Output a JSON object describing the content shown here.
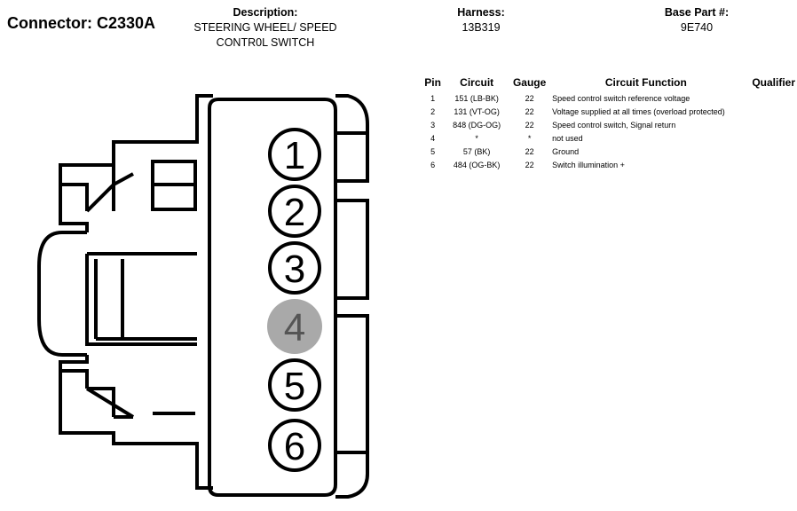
{
  "header": {
    "connector": "Connector: C2330A",
    "description_label": "Description:",
    "description_value": "STEERING WHEEL/ SPEED\nCONTR0L SWITCH",
    "harness_label": "Harness:",
    "harness_value": "13B319",
    "base_part_label": "Base Part #:",
    "base_part_value": "9E740"
  },
  "table": {
    "columns": [
      "Pin",
      "Circuit",
      "Gauge",
      "Circuit Function",
      "Qualifier"
    ],
    "rows": [
      {
        "pin": "1",
        "circuit": "151 (LB-BK)",
        "gauge": "22",
        "function": "Speed control switch reference voltage",
        "qualifier": ""
      },
      {
        "pin": "2",
        "circuit": "131 (VT-OG)",
        "gauge": "22",
        "function": "Voltage supplied at all times (overload protected)",
        "qualifier": ""
      },
      {
        "pin": "3",
        "circuit": "848 (DG-OG)",
        "gauge": "22",
        "function": "Speed control switch, Signal return",
        "qualifier": ""
      },
      {
        "pin": "4",
        "circuit": "*",
        "gauge": "*",
        "function": "not used",
        "qualifier": ""
      },
      {
        "pin": "5",
        "circuit": "57 (BK)",
        "gauge": "22",
        "function": "Ground",
        "qualifier": ""
      },
      {
        "pin": "6",
        "circuit": "484 (OG-BK)",
        "gauge": "22",
        "function": "Switch illumination +",
        "qualifier": ""
      }
    ]
  },
  "diagram": {
    "pins": [
      {
        "label": "1",
        "used": true
      },
      {
        "label": "2",
        "used": true
      },
      {
        "label": "3",
        "used": true
      },
      {
        "label": "4",
        "used": false
      },
      {
        "label": "5",
        "used": true
      },
      {
        "label": "6",
        "used": true
      }
    ],
    "colors": {
      "line": "#000000",
      "unused_fill": "#a9a9a9",
      "unused_text": "#555555"
    }
  }
}
